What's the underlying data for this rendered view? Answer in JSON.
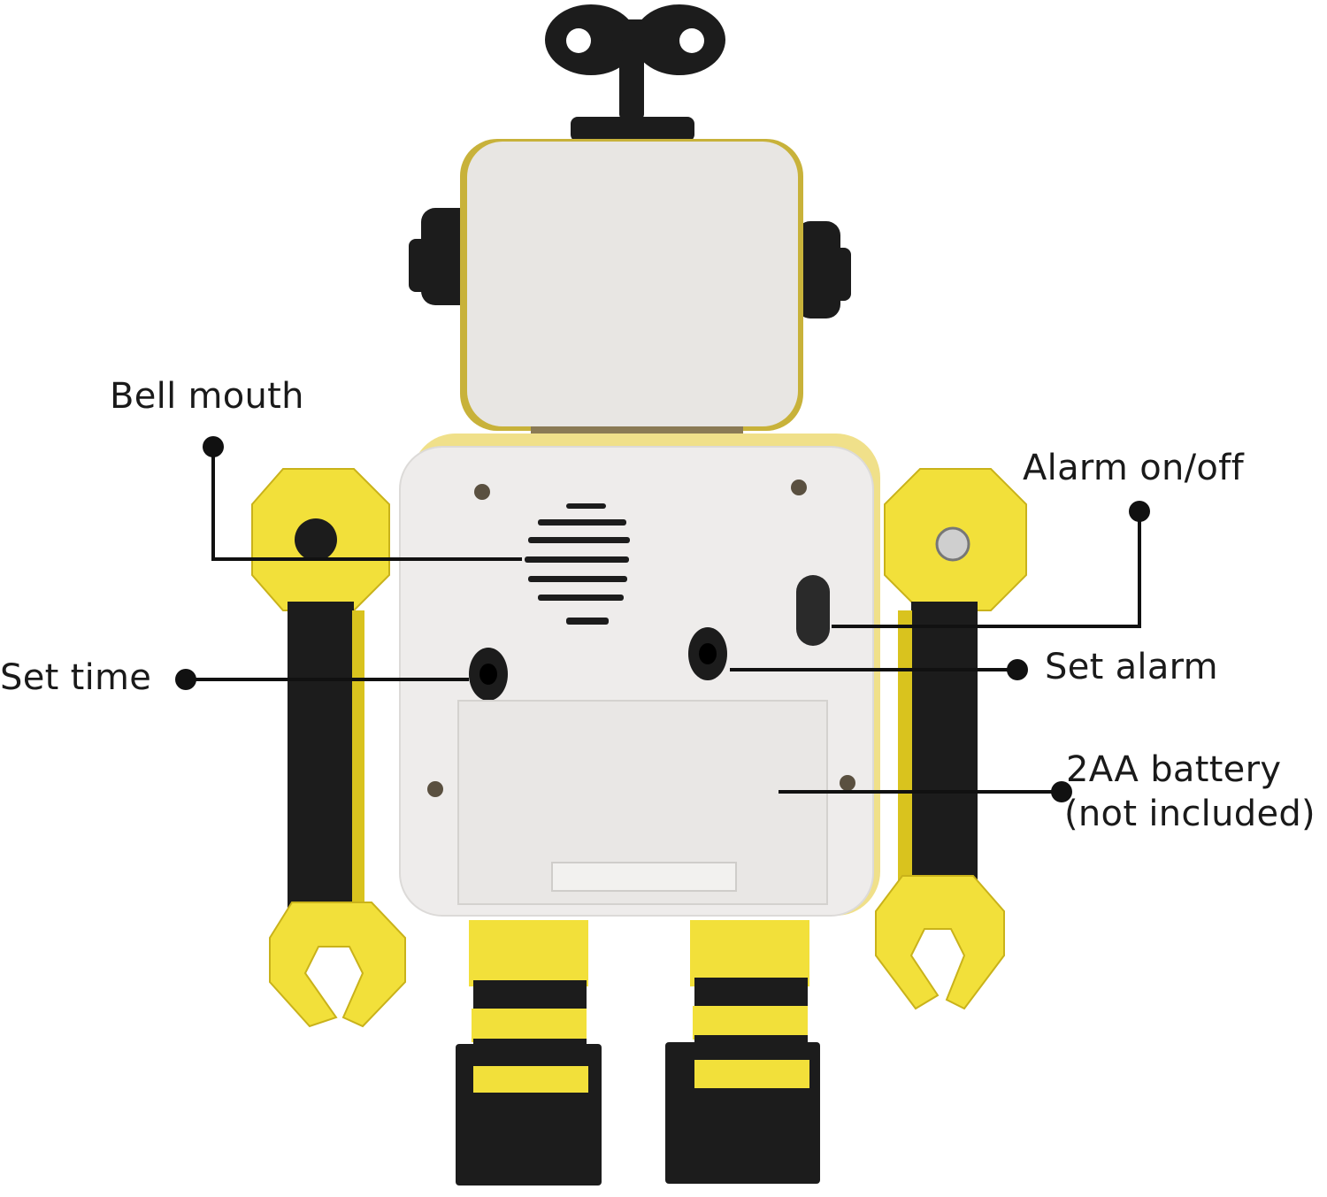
{
  "image": {
    "subject": "Robot alarm clock (back view)",
    "colors": {
      "background": "#ffffff",
      "body_white": "#eeeceb",
      "face_white": "#e8e6e3",
      "yellow": "#f2e03a",
      "yellow_dark": "#d9c31e",
      "black": "#1c1c1c",
      "line": "#111111"
    }
  },
  "callouts": [
    {
      "id": "bell-mouth",
      "label": "Bell mouth"
    },
    {
      "id": "alarm-switch",
      "label": "Alarm on/off"
    },
    {
      "id": "set-time",
      "label": "Set time"
    },
    {
      "id": "set-alarm",
      "label": "Set alarm"
    },
    {
      "id": "battery",
      "label_line1": "2AA battery",
      "label_line2": "(not included)"
    }
  ]
}
